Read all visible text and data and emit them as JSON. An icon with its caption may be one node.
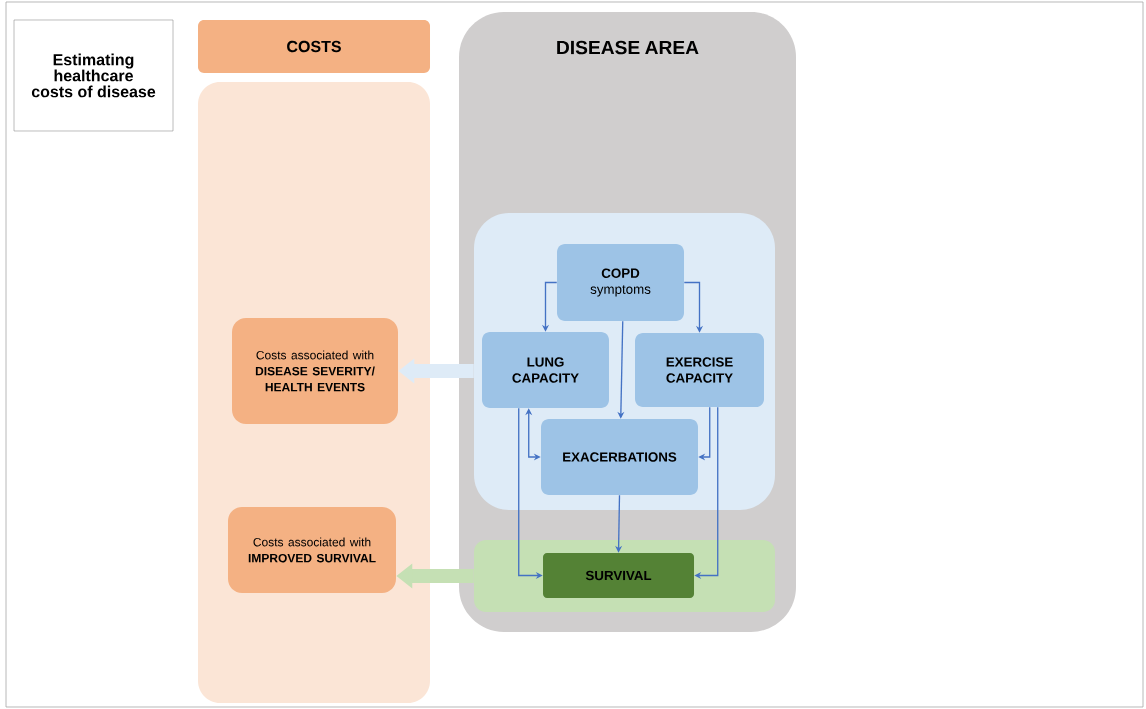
{
  "diagram": {
    "nodes": [
      {
        "text": [
          "Estimating healthcare costs of disease"
        ]
      },
      {
        "text": [
          "COSTS"
        ]
      },
      {
        "text": [],
        "shape": "box"
      },
      {
        "text": [
          "Costs associated with",
          "DISEASE SEVERITY/ HEALTH EVENTS"
        ],
        "in": 2
      },
      {
        "text": [
          "Costs associated with",
          "IMPROVED SURVIVAL"
        ],
        "in": 2
      },
      {
        "text": [
          "DISEASE AREA"
        ]
      },
      {
        "text": [],
        "shape": "box",
        "in": 5
      },
      {
        "text": [
          "COPD",
          "symptoms"
        ],
        "in": 6
      },
      {
        "text": [
          "LUNG CAPACITY"
        ],
        "in": 6
      },
      {
        "text": [
          "EXERCISE CAPACITY"
        ],
        "in": 6
      },
      {
        "text": [
          "EXACERBATIONS"
        ],
        "in": 6
      },
      {
        "text": [],
        "shape": "box",
        "in": 5
      },
      {
        "text": [
          "SURVIVAL"
        ],
        "in": 11
      }
    ],
    "edges": [
      {
        "from": 7,
        "to": 8,
        "arrow": "to"
      },
      {
        "from": 7,
        "to": 9,
        "arrow": "to"
      },
      {
        "from": 7,
        "to": 10,
        "arrow": "to"
      },
      {
        "from": 8,
        "to": 10,
        "arrow": "both"
      },
      {
        "from": 9,
        "to": 10,
        "arrow": "to"
      },
      {
        "from": 8,
        "to": 12,
        "arrow": "to"
      },
      {
        "from": 10,
        "to": 12,
        "arrow": "to"
      },
      {
        "from": 9,
        "to": 12,
        "arrow": "to"
      },
      {
        "from": 6,
        "to": 3,
        "arrow": "to",
        "style": "thick",
        "color": "#deebf7"
      },
      {
        "from": 11,
        "to": 4,
        "arrow": "to",
        "style": "thick",
        "color": "#c5e0b4"
      }
    ]
  }
}
